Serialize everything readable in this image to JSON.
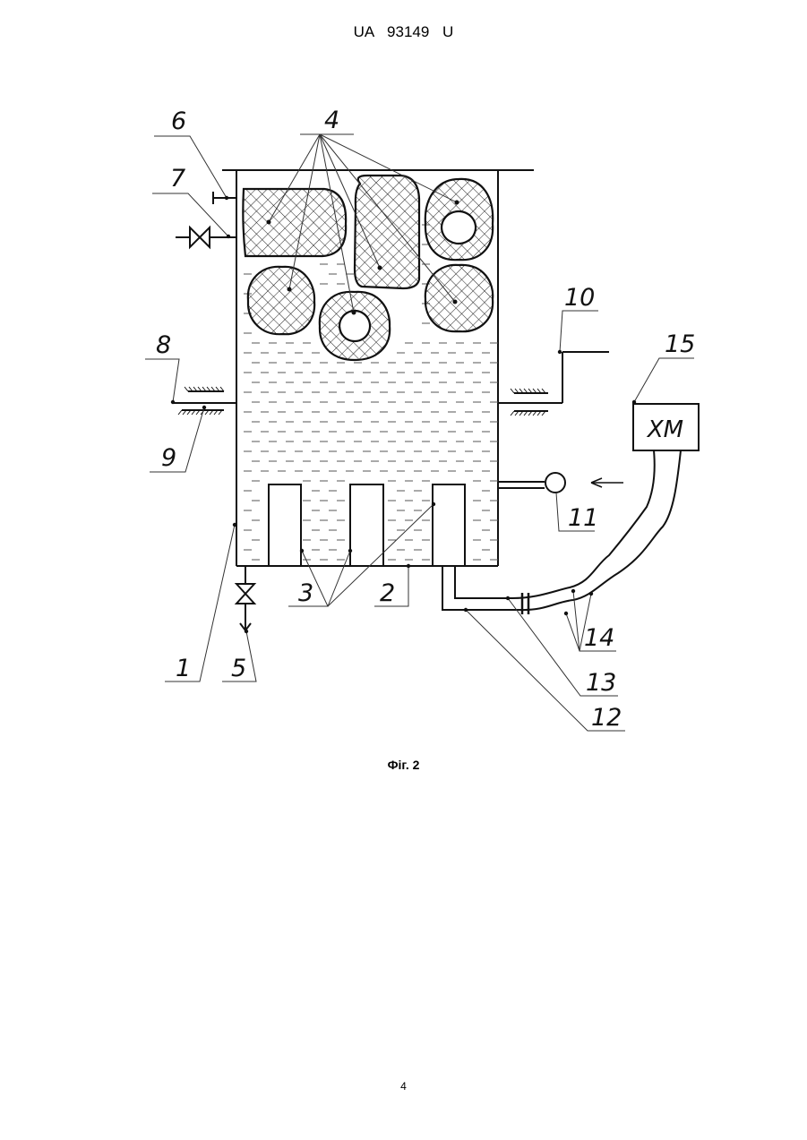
{
  "header": {
    "patent_number": "UA   93149   U"
  },
  "figure": {
    "caption": "Фіг. 2",
    "labels": {
      "l1": "1",
      "l2": "2",
      "l3": "3",
      "l4": "4",
      "l5": "5",
      "l6": "6",
      "l7": "7",
      "l8": "8",
      "l9": "9",
      "l10": "10",
      "l11": "11",
      "l12": "12",
      "l13": "13",
      "l14": "14",
      "l15": "15"
    },
    "box_text": "ХМ"
  },
  "footer": {
    "page_number": "4"
  }
}
